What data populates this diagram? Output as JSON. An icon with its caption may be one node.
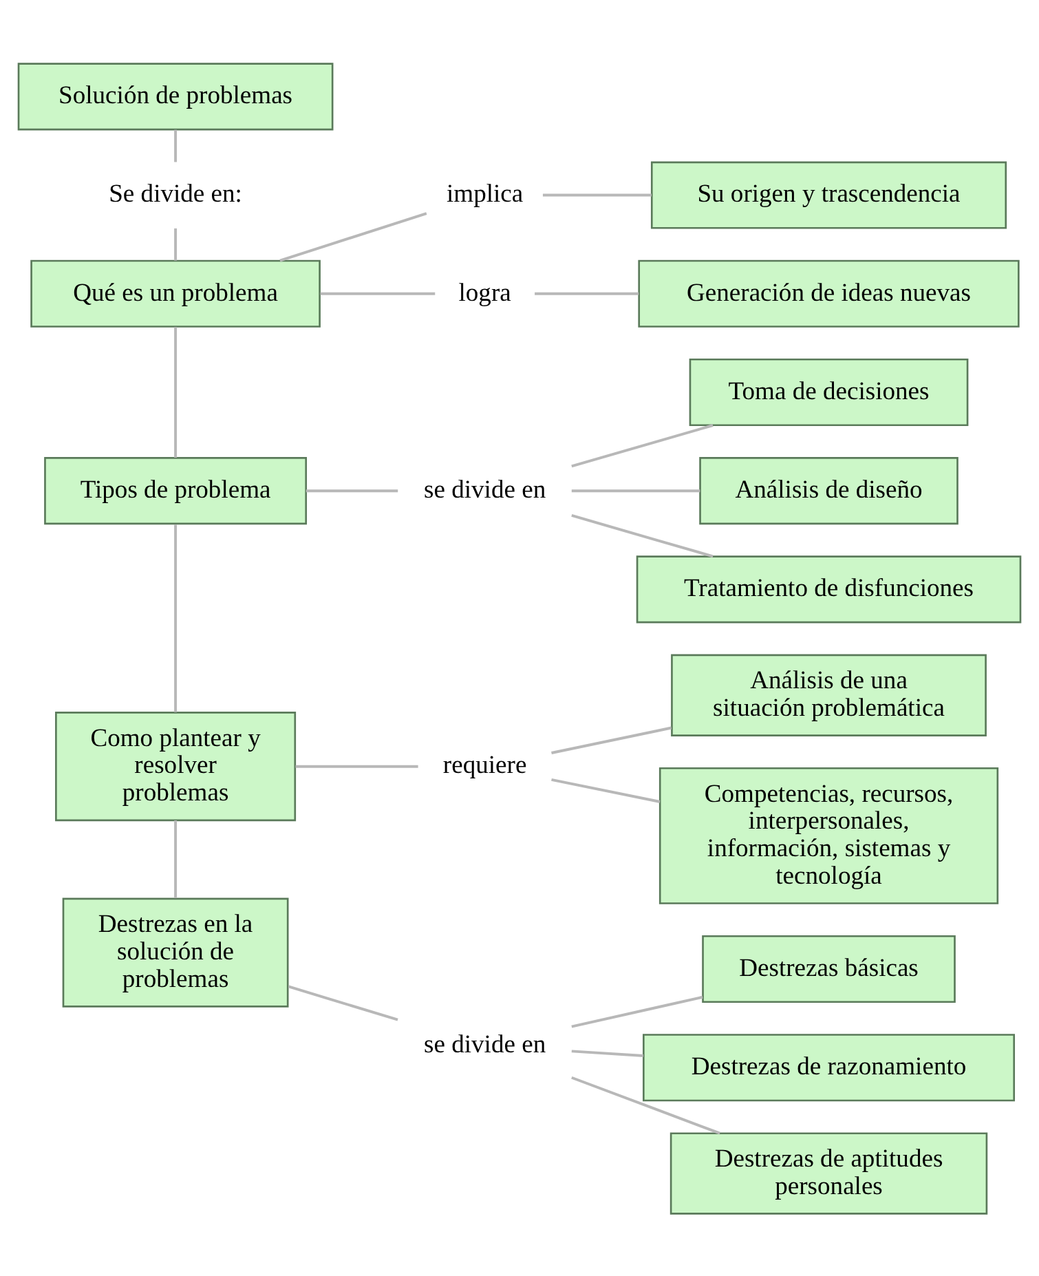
{
  "diagram": {
    "nodes": [
      {
        "text": [
          "Solución de problemas"
        ]
      },
      {
        "text": [
          "Se divide en:"
        ]
      },
      {
        "text": [
          "Qué es un problema"
        ]
      },
      {
        "text": [
          "implica"
        ]
      },
      {
        "text": [
          "Su origen y trascendencia"
        ]
      },
      {
        "text": [
          "logra"
        ]
      },
      {
        "text": [
          "Generación de ideas nuevas"
        ]
      },
      {
        "text": [
          "Tipos de problema"
        ]
      },
      {
        "text": [
          "se divide en"
        ]
      },
      {
        "text": [
          "Toma de decisiones"
        ]
      },
      {
        "text": [
          "Análisis de diseño"
        ]
      },
      {
        "text": [
          "Tratamiento de disfunciones"
        ]
      },
      {
        "text": [
          "Como plantear y resolver problemas"
        ]
      },
      {
        "text": [
          "requiere"
        ]
      },
      {
        "text": [
          "Análisis de una situación problemática"
        ]
      },
      {
        "text": [
          "Competencias, recursos, interpersonales, información, sistemas y tecnología"
        ]
      },
      {
        "text": [
          "Destrezas en la solución de problemas"
        ]
      },
      {
        "text": [
          "se divide en"
        ]
      },
      {
        "text": [
          "Destrezas básicas"
        ]
      },
      {
        "text": [
          "Destrezas de razonamiento"
        ]
      },
      {
        "text": [
          "Destrezas de aptitudes personales"
        ]
      }
    ],
    "edges": [
      {
        "from": 0,
        "to": 1,
        "arrow": "none"
      },
      {
        "from": 1,
        "to": 2,
        "arrow": "none"
      },
      {
        "from": 2,
        "to": 7,
        "arrow": "none"
      },
      {
        "from": 7,
        "to": 12,
        "arrow": "none"
      },
      {
        "from": 12,
        "to": 16,
        "arrow": "none"
      },
      {
        "from": 2,
        "to": 3,
        "arrow": "none"
      },
      {
        "from": 3,
        "to": 4,
        "arrow": "none"
      },
      {
        "from": 2,
        "to": 5,
        "arrow": "none"
      },
      {
        "from": 5,
        "to": 6,
        "arrow": "none"
      },
      {
        "from": 7,
        "to": 8,
        "arrow": "none"
      },
      {
        "from": 8,
        "to": 9,
        "arrow": "none"
      },
      {
        "from": 8,
        "to": 10,
        "arrow": "none"
      },
      {
        "from": 8,
        "to": 11,
        "arrow": "none"
      },
      {
        "from": 12,
        "to": 13,
        "arrow": "none"
      },
      {
        "from": 13,
        "to": 14,
        "arrow": "none"
      },
      {
        "from": 13,
        "to": 15,
        "arrow": "none"
      },
      {
        "from": 16,
        "to": 17,
        "arrow": "none"
      },
      {
        "from": 17,
        "to": 18,
        "arrow": "none"
      },
      {
        "from": 17,
        "to": 19,
        "arrow": "none"
      },
      {
        "from": 17,
        "to": 20,
        "arrow": "none"
      }
    ]
  }
}
